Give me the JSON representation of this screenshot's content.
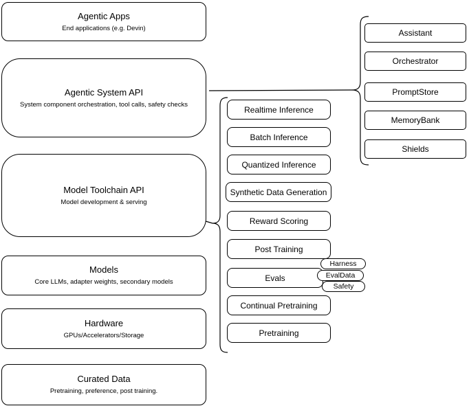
{
  "left_stack": [
    {
      "title": "Agentic Apps",
      "subtitle": "End applications (e.g. Devin)"
    },
    {
      "title": "Agentic System API",
      "subtitle": "System component orchestration, tool calls, safety checks"
    },
    {
      "title": "Model Toolchain API",
      "subtitle": "Model development & serving"
    },
    {
      "title": "Models",
      "subtitle": "Core LLMs, adapter weights, secondary models"
    },
    {
      "title": "Hardware",
      "subtitle": "GPUs/Accelerators/Storage"
    },
    {
      "title": "Curated Data",
      "subtitle": "Pretraining, preference, post training."
    }
  ],
  "toolchain": {
    "items": [
      "Realtime Inference",
      "Batch Inference",
      "Quantized Inference",
      "Synthetic Data Generation",
      "Reward Scoring",
      "Post Training",
      "Evals",
      "Continual Pretraining",
      "Pretraining"
    ]
  },
  "eval_tags": [
    "Harness",
    "EvalData",
    "Safety"
  ],
  "system_components": [
    "Assistant",
    "Orchestrator",
    "PromptStore",
    "MemoryBank",
    "Shields"
  ],
  "colors": {
    "stroke": "#000000",
    "background": "#ffffff",
    "text": "#000000"
  }
}
